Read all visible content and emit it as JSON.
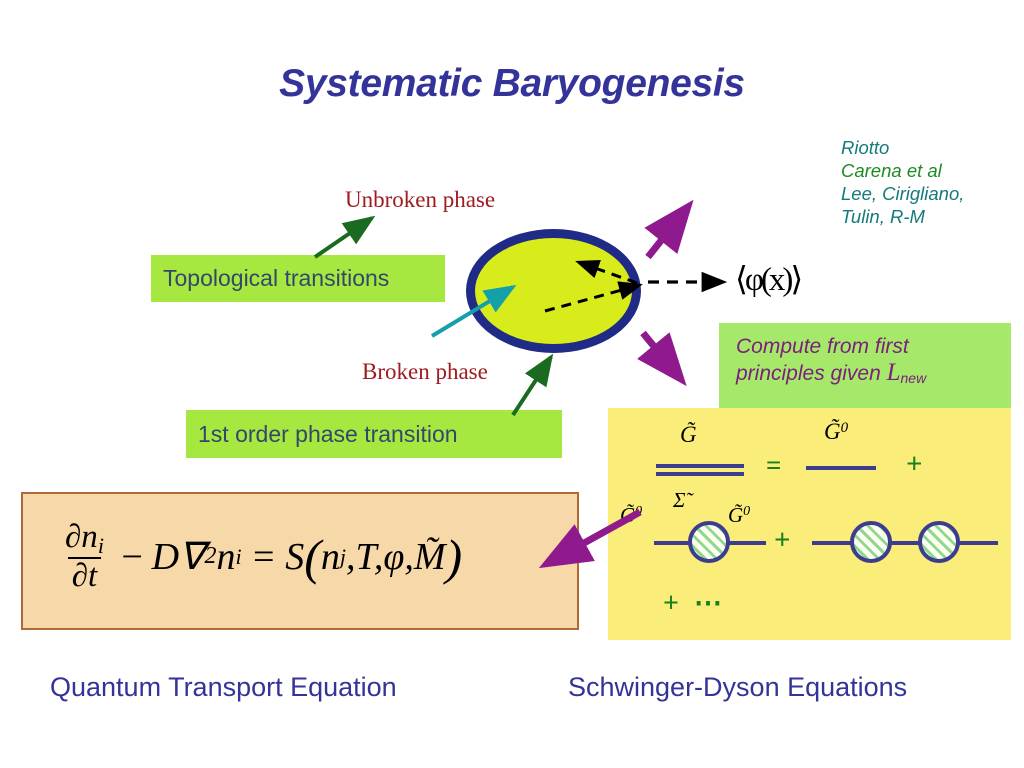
{
  "slide": {
    "title": "Systematic Baryogenesis"
  },
  "citations": [
    {
      "text": "Riotto",
      "color": "#147a7a"
    },
    {
      "text": "Carena et al",
      "color": "#1f8a23"
    },
    {
      "text": "Lee, Cirigliano,",
      "color": "#147a7a"
    },
    {
      "text": "Tulin, R-M",
      "color": "#147a7a"
    }
  ],
  "labels": {
    "unbroken_phase": "Unbroken phase",
    "broken_phase": "Broken phase",
    "topological_transitions": "Topological transitions",
    "first_order_phase_transition": "1st order phase transition"
  },
  "compute_box": {
    "line1": "Compute from first",
    "line2": "principles given ",
    "lagrangian": "L",
    "lagrangian_sub": "new"
  },
  "vev": {
    "expression": "⟨φ(x)⟩"
  },
  "transport_equation": {
    "numerator": "∂n",
    "numerator_sub": "i",
    "denominator": "∂t",
    "minus": "−",
    "diffusion": "D∇",
    "diffusion_sup": "2",
    "density": "n",
    "density_sub": "i",
    "equals": "=",
    "source": "S",
    "paren_open": "(",
    "args": "n",
    "args_sub": "j",
    "args_rest": ",T,φ,M̃",
    "paren_close": ")"
  },
  "schwinger_dyson": {
    "full_propagator": "G̃",
    "free_propagator": "G̃",
    "free_propagator_sup": "0",
    "self_energy": "Σ̃",
    "equals": "=",
    "plus": "+",
    "ellipsis": "+ ⋯"
  },
  "captions": {
    "left": "Quantum Transport Equation",
    "right": "Schwinger-Dyson Equations"
  },
  "colors": {
    "title": "#333399",
    "green_box": "#a6e840",
    "compute_box": "#a6e86a",
    "compute_text": "#7a1f7a",
    "ellipse_fill": "#d8ec1b",
    "ellipse_border": "#1f2b86",
    "transport_box": "#f7d8a8",
    "transport_border": "#b06a3a",
    "sd_box": "#fbed7a",
    "phase_label": "#9e1b20",
    "magenta_arrow": "#8e1a8e",
    "green_arrow": "#1a6b1f",
    "teal_arrow": "#14a0a8",
    "propagator": "#3d3d8f",
    "operator_green": "#19801e"
  }
}
